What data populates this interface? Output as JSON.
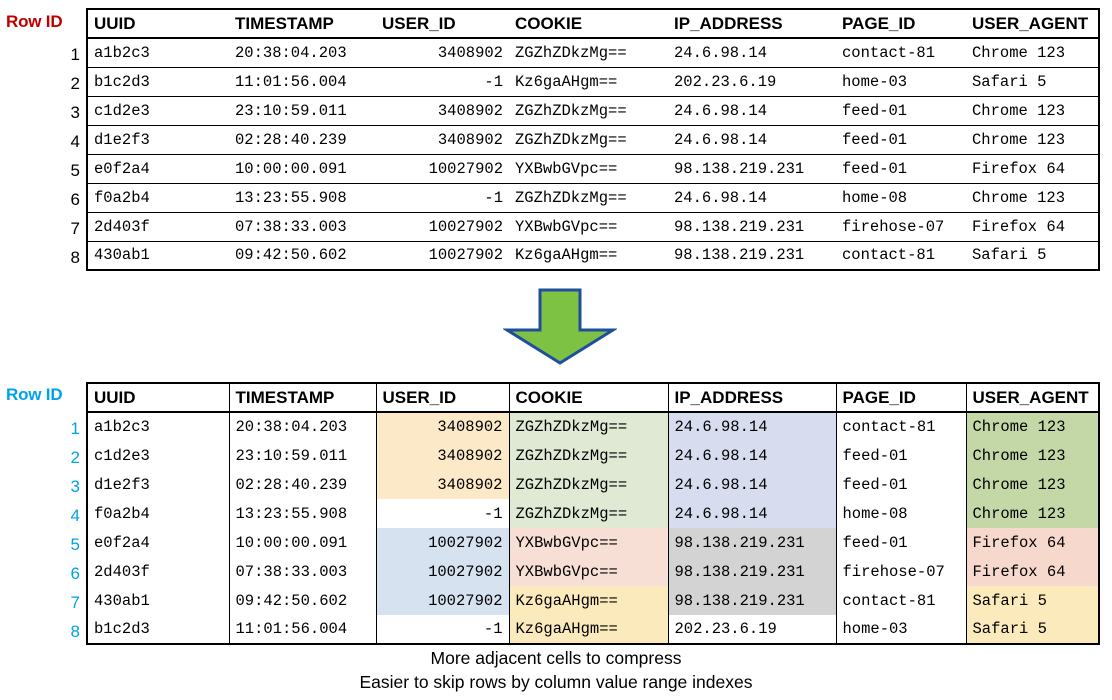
{
  "labels": {
    "rowid_top": "Row ID",
    "rowid_bottom": "Row ID",
    "rowid_top_color": "#C00000",
    "rowid_bottom_color": "#00A2E8"
  },
  "columns": [
    "UUID",
    "TIMESTAMP",
    "USER_ID",
    "COOKIE",
    "IP_ADDRESS",
    "PAGE_ID",
    "USER_AGENT"
  ],
  "arrow": {
    "fill": "#7DC242",
    "stroke": "#1F4E9C",
    "direction": "down"
  },
  "top_table": {
    "row_numbers": [
      "1",
      "2",
      "3",
      "4",
      "5",
      "6",
      "7",
      "8"
    ],
    "rows": [
      [
        "a1b2c3",
        "20:38:04.203",
        "3408902",
        "ZGZhZDkzMg==",
        "24.6.98.14",
        "contact-81",
        "Chrome 123"
      ],
      [
        "b1c2d3",
        "11:01:56.004",
        "-1",
        "Kz6gaAHgm==",
        "202.23.6.19",
        "home-03",
        "Safari 5"
      ],
      [
        "c1d2e3",
        "23:10:59.011",
        "3408902",
        "ZGZhZDkzMg==",
        "24.6.98.14",
        "feed-01",
        "Chrome 123"
      ],
      [
        "d1e2f3",
        "02:28:40.239",
        "3408902",
        "ZGZhZDkzMg==",
        "24.6.98.14",
        "feed-01",
        "Chrome 123"
      ],
      [
        "e0f2a4",
        "10:00:00.091",
        "10027902",
        "YXBwbGVpc==",
        "98.138.219.231",
        "feed-01",
        "Firefox 64"
      ],
      [
        "f0a2b4",
        "13:23:55.908",
        "-1",
        "ZGZhZDkzMg==",
        "24.6.98.14",
        "home-08",
        "Chrome 123"
      ],
      [
        "2d403f",
        "07:38:33.003",
        "10027902",
        "YXBwbGVpc==",
        "98.138.219.231",
        "firehose-07",
        "Firefox 64"
      ],
      [
        "430ab1",
        "09:42:50.602",
        "10027902",
        "Kz6gaAHgm==",
        "98.138.219.231",
        "contact-81",
        "Safari 5"
      ]
    ]
  },
  "bottom_table": {
    "row_numbers": [
      "1",
      "2",
      "3",
      "4",
      "5",
      "6",
      "7",
      "8"
    ],
    "rows": [
      [
        "a1b2c3",
        "20:38:04.203",
        "3408902",
        "ZGZhZDkzMg==",
        "24.6.98.14",
        "contact-81",
        "Chrome 123"
      ],
      [
        "c1d2e3",
        "23:10:59.011",
        "3408902",
        "ZGZhZDkzMg==",
        "24.6.98.14",
        "feed-01",
        "Chrome 123"
      ],
      [
        "d1e2f3",
        "02:28:40.239",
        "3408902",
        "ZGZhZDkzMg==",
        "24.6.98.14",
        "feed-01",
        "Chrome 123"
      ],
      [
        "f0a2b4",
        "13:23:55.908",
        "-1",
        "ZGZhZDkzMg==",
        "24.6.98.14",
        "home-08",
        "Chrome 123"
      ],
      [
        "e0f2a4",
        "10:00:00.091",
        "10027902",
        "YXBwbGVpc==",
        "98.138.219.231",
        "feed-01",
        "Firefox 64"
      ],
      [
        "2d403f",
        "07:38:33.003",
        "10027902",
        "YXBwbGVpc==",
        "98.138.219.231",
        "firehose-07",
        "Firefox 64"
      ],
      [
        "430ab1",
        "09:42:50.602",
        "10027902",
        "Kz6gaAHgm==",
        "98.138.219.231",
        "contact-81",
        "Safari 5"
      ],
      [
        "b1c2d3",
        "11:01:56.004",
        "-1",
        "Kz6gaAHgm==",
        "202.23.6.19",
        "home-03",
        "Safari 5"
      ]
    ],
    "cell_colors": [
      [
        "",
        "",
        "#FBE9C7",
        "#DFE9D3",
        "#D7DCEF",
        "",
        "#C3D8A6"
      ],
      [
        "",
        "",
        "#FBE9C7",
        "#DFE9D3",
        "#D7DCEF",
        "",
        "#C3D8A6"
      ],
      [
        "",
        "",
        "#FBE9C7",
        "#DFE9D3",
        "#D7DCEF",
        "",
        "#C3D8A6"
      ],
      [
        "",
        "",
        "",
        "#DFE9D3",
        "#D7DCEF",
        "",
        "#C3D8A6"
      ],
      [
        "",
        "",
        "#D6E2F0",
        "#F7DFD6",
        "#D3D3D3",
        "",
        "#F6D8CD"
      ],
      [
        "",
        "",
        "#D6E2F0",
        "#F7DFD6",
        "#D3D3D3",
        "",
        "#F6D8CD"
      ],
      [
        "",
        "",
        "#D6E2F0",
        "#FBEBBC",
        "#D3D3D3",
        "",
        "#FBEBBC"
      ],
      [
        "",
        "",
        "",
        "#FBEBBC",
        "",
        "",
        "#FBEBBC"
      ]
    ]
  },
  "captions": {
    "line1": "More adjacent cells to compress",
    "line2": "Easier to skip rows by column value range indexes"
  }
}
